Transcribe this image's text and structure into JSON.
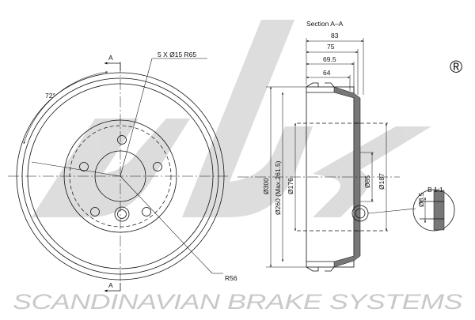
{
  "section_title": "Section A–A",
  "section_marker": "A",
  "detail_marker": "B",
  "detail_scale": "B 1:1",
  "brand_text": "SCANDINAVIAN BRAKE SYSTEMS",
  "logo_text": "sbs",
  "registered_mark": "®",
  "front_view": {
    "bolt_callout": "5 X Ø15 R65",
    "angle": "72°",
    "radius_note": "R56"
  },
  "section_view": {
    "widths": [
      "83",
      "75",
      "69.5",
      "64"
    ],
    "diameters": [
      "Ø300",
      "Ø260 (Max.261.5)",
      "Ø176",
      "Ø85",
      "Ø187"
    ],
    "detail_dimension": "Ø8.5"
  }
}
